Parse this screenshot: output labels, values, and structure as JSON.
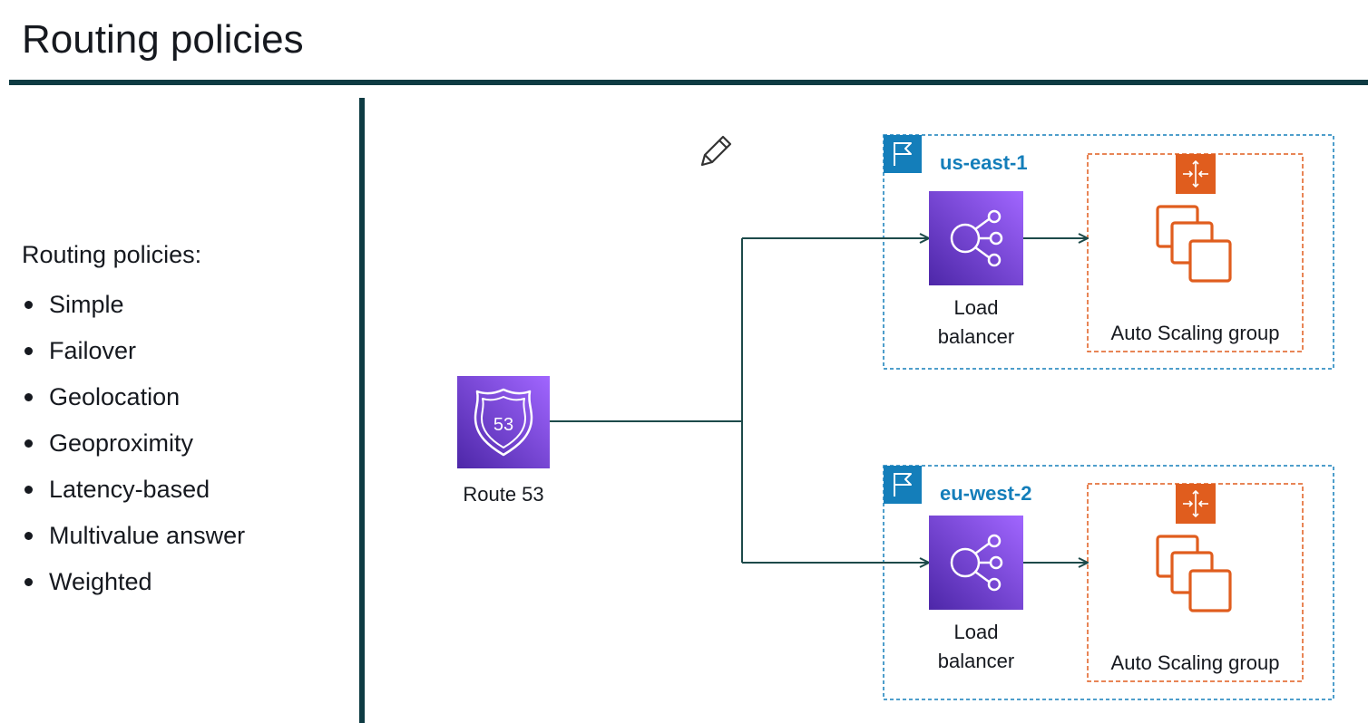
{
  "header": {
    "title": "Routing policies"
  },
  "sidebar": {
    "heading": "Routing policies:",
    "items": [
      "Simple",
      "Failover",
      "Geolocation",
      "Geoproximity",
      "Latency-based",
      "Multivalue answer",
      "Weighted"
    ]
  },
  "diagram": {
    "route53": {
      "badge": "53",
      "label": "Route 53"
    },
    "regions": [
      {
        "name": "us-east-1",
        "lb_label_line1": "Load",
        "lb_label_line2": "balancer",
        "asg_label": "Auto Scaling group"
      },
      {
        "name": "eu-west-2",
        "lb_label_line1": "Load",
        "lb_label_line2": "balancer",
        "asg_label": "Auto Scaling group"
      }
    ]
  },
  "colors": {
    "accent_rule": "#0e3b43",
    "arrow": "#1d4a4a",
    "region_border": "#147eba",
    "region_flag": "#147eba",
    "asg": "#e05d1e",
    "service_purple": "#8c4fff"
  },
  "icons": [
    "pencil-icon",
    "route53-icon",
    "region-flag-icon",
    "load-balancer-icon",
    "auto-scaling-icon",
    "ec2-instances-icon"
  ]
}
